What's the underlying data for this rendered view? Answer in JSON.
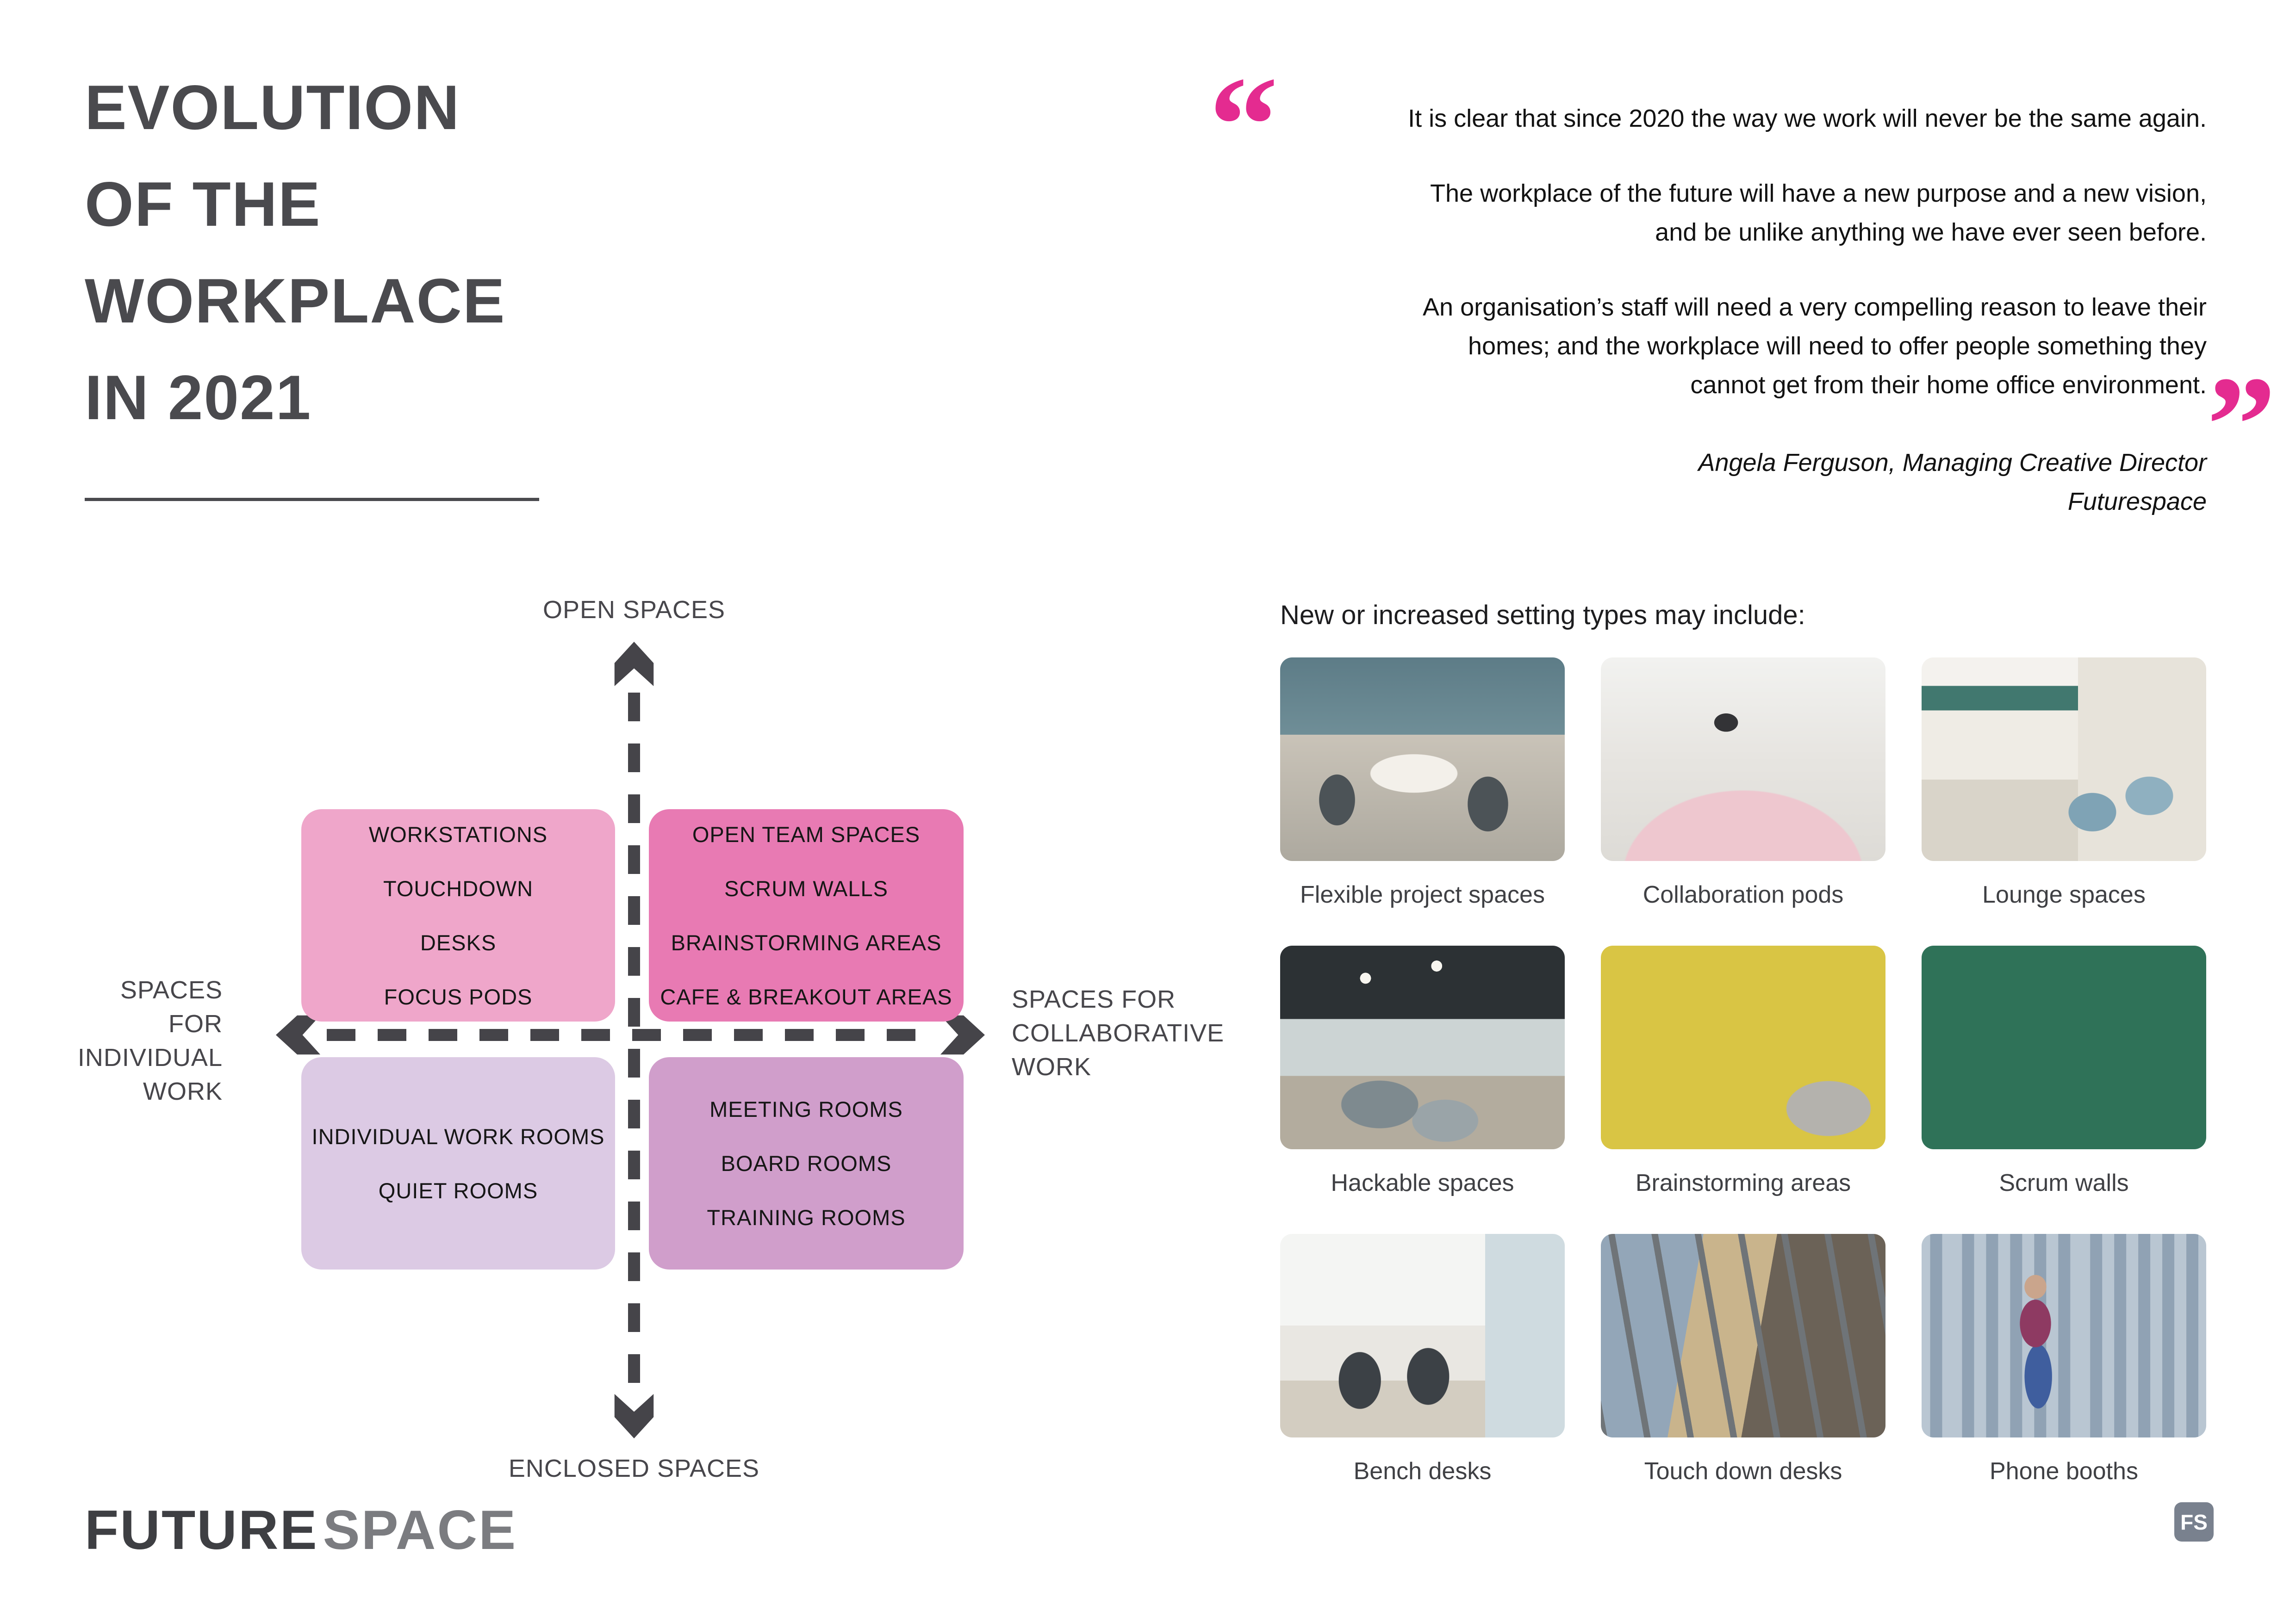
{
  "title": {
    "lines": [
      "EVOLUTION",
      "OF THE",
      "WORKPLACE",
      "IN 2021"
    ]
  },
  "quote": {
    "open_mark": "“",
    "close_mark": "”",
    "accent_color": "#e42b90",
    "paragraphs": [
      {
        "lines": [
          "It is clear that since 2020 the way we work will never be the same again."
        ]
      },
      {
        "lines": [
          "The workplace of the future will have a new purpose and a new vision,",
          "and be unlike anything we have ever seen before."
        ]
      },
      {
        "lines": [
          "An organisation’s staff will need a very compelling reason to leave their",
          "homes; and the workplace will need to offer people something they",
          "cannot get from their home office environment."
        ]
      }
    ],
    "attribution_name_role": "Angela Ferguson, Managing Creative Director",
    "attribution_company": "Futurespace"
  },
  "diagram": {
    "axis_color": "#454449",
    "axis_top_label": "OPEN SPACES",
    "axis_bottom_label": "ENCLOSED SPACES",
    "axis_left_lines": [
      "SPACES FOR",
      "INDIVIDUAL",
      "WORK"
    ],
    "axis_right_lines": [
      "SPACES FOR",
      "COLLABORATIVE",
      "WORK"
    ],
    "quadrants": [
      {
        "name": "open-individual",
        "color": "#efa6ca",
        "lines": [
          "WORKSTATIONS",
          "TOUCHDOWN",
          "DESKS",
          "FOCUS PODS"
        ]
      },
      {
        "name": "open-collaborative",
        "color": "#e87ab3",
        "lines": [
          "OPEN TEAM SPACES",
          "SCRUM WALLS",
          "BRAINSTORMING AREAS",
          "CAFE & BREAKOUT AREAS"
        ]
      },
      {
        "name": "enclosed-individual",
        "color": "#dccae4",
        "lines": [
          "INDIVIDUAL WORK ROOMS",
          "QUIET ROOMS"
        ]
      },
      {
        "name": "enclosed-collaborative",
        "color": "#d09ecb",
        "lines": [
          "MEETING ROOMS",
          "BOARD ROOMS",
          "TRAINING ROOMS"
        ]
      }
    ]
  },
  "settings": {
    "heading": "New or increased setting types may include:",
    "items": [
      {
        "caption": "Flexible project spaces"
      },
      {
        "caption": "Collaboration pods"
      },
      {
        "caption": "Lounge spaces"
      },
      {
        "caption": "Hackable spaces"
      },
      {
        "caption": "Brainstorming areas"
      },
      {
        "caption": "Scrum walls"
      },
      {
        "caption": "Bench desks"
      },
      {
        "caption": "Touch down desks"
      },
      {
        "caption": "Phone booths"
      }
    ]
  },
  "footer": {
    "logo_primary": "FUTURE",
    "logo_secondary": "SPACE",
    "badge_label": "FS"
  }
}
